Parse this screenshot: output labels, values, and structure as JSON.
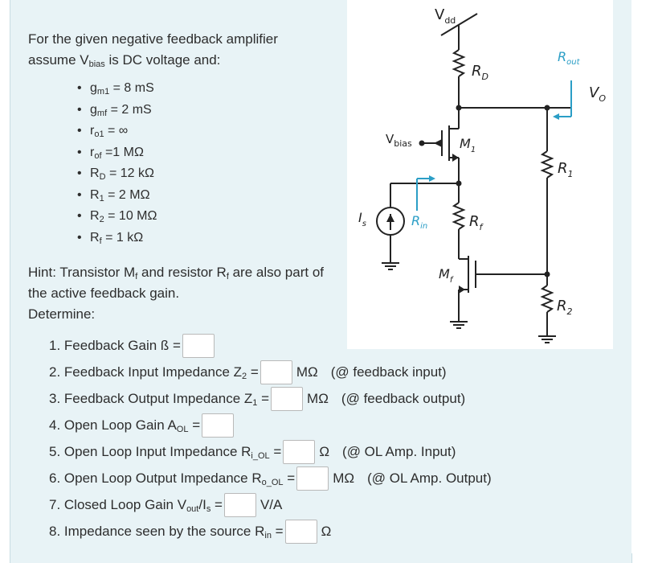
{
  "intro": {
    "line1": "For the given negative feedback amplifier",
    "line2_pre": "assume V",
    "line2_sub": "bias",
    "line2_post": " is  DC voltage and:"
  },
  "params": [
    {
      "pre": "g",
      "sub": "m1",
      "post": " = 8 mS"
    },
    {
      "pre": "g",
      "sub": "mf",
      "post": " = 2 mS"
    },
    {
      "pre": "r",
      "sub": "o1",
      "post": " = ∞"
    },
    {
      "pre": "r",
      "sub": "of",
      "post": " =1 MΩ"
    },
    {
      "pre": "R",
      "sub": "D",
      "post": " = 12 kΩ"
    },
    {
      "pre": "R",
      "sub": "1",
      "post": " = 2 MΩ"
    },
    {
      "pre": "R",
      "sub": "2",
      "post": " = 10 MΩ"
    },
    {
      "pre": "R",
      "sub": "f",
      "post": " = 1 kΩ"
    }
  ],
  "hint": {
    "a": "Hint: Transistor M",
    "a_sub": "f",
    "b": " and resistor R",
    "b_sub": "f",
    "c": " are also part of",
    "line2": "the active feedback gain.",
    "line3": "Determine:"
  },
  "questions": [
    {
      "pre": "1. Feedback Gain ß =",
      "sub": "",
      "post": "",
      "unit": "",
      "note": ""
    },
    {
      "pre": "2. Feedback Input Impedance Z",
      "sub": "2",
      "post": " =",
      "unit": "MΩ",
      "note": "(@ feedback input)"
    },
    {
      "pre": "3. Feedback Output Impedance Z",
      "sub": "1",
      "post": " =",
      "unit": "MΩ",
      "note": "(@ feedback output)"
    },
    {
      "pre": "4. Open Loop Gain A",
      "sub": "OL",
      "post": " =",
      "unit": "",
      "note": ""
    },
    {
      "pre": "5. Open Loop Input Impedance R",
      "sub": "i_OL",
      "post": " =",
      "unit": "Ω",
      "note": "(@ OL Amp. Input)"
    },
    {
      "pre": "6. Open Loop Output Impedance R",
      "sub": "o_OL",
      "post": " =",
      "unit": "MΩ",
      "note": "(@ OL Amp. Output)"
    },
    {
      "pre": "7. Closed Loop Gain V",
      "sub": "out",
      "post": "/I",
      "sub2": "s",
      "post2": " =",
      "unit": "V/A",
      "note": ""
    },
    {
      "pre": "8. Impedance seen by the source R",
      "sub": "in",
      "post": " =",
      "unit": "Ω",
      "note": ""
    }
  ],
  "circuit": {
    "vdd": "V",
    "vdd_sub": "dd",
    "rd": "R",
    "rd_sub": "D",
    "m1": "M",
    "m1_sub": "1",
    "vbias": "V",
    "vbias_sub": "bias",
    "rout": "R",
    "rout_sub": "out",
    "vo": "V",
    "vo_sub": "O",
    "r1": "R",
    "r1_sub": "1",
    "is": "I",
    "is_sub": "s",
    "rin": "R",
    "rin_sub": "in",
    "rf": "R",
    "rf_sub": "f",
    "mf": "M",
    "mf_sub": "f",
    "r2": "R",
    "r2_sub": "2",
    "accent_color": "#2b9ec6"
  },
  "colors": {
    "panel": "#e8f3f6",
    "box_border": "#b9b9b9"
  }
}
